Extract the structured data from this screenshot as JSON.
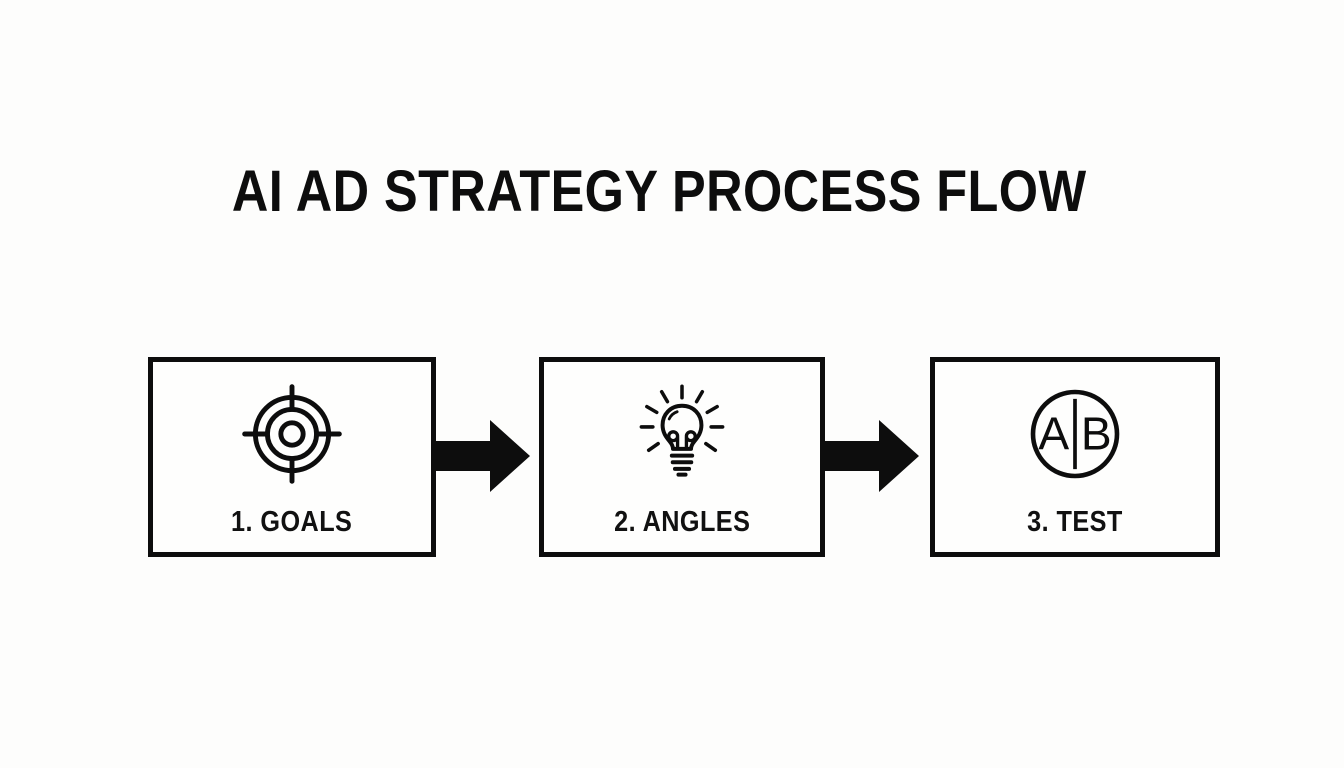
{
  "page": {
    "title": "AI AD STRATEGY PROCESS FLOW"
  },
  "colors": {
    "ink": "#0d0d0d",
    "background": "#fdfdfc",
    "box_fill": "#fefefd"
  },
  "flow": {
    "steps": [
      {
        "label": "1. GOALS",
        "icon": "target-icon"
      },
      {
        "label": "2. ANGLES",
        "icon": "lightbulb-icon"
      },
      {
        "label": "3. TEST",
        "icon": "ab-test-icon",
        "icon_letters": {
          "a": "A",
          "b": "B"
        }
      }
    ],
    "connectors": [
      {
        "type": "arrow-right"
      },
      {
        "type": "arrow-right"
      }
    ]
  }
}
